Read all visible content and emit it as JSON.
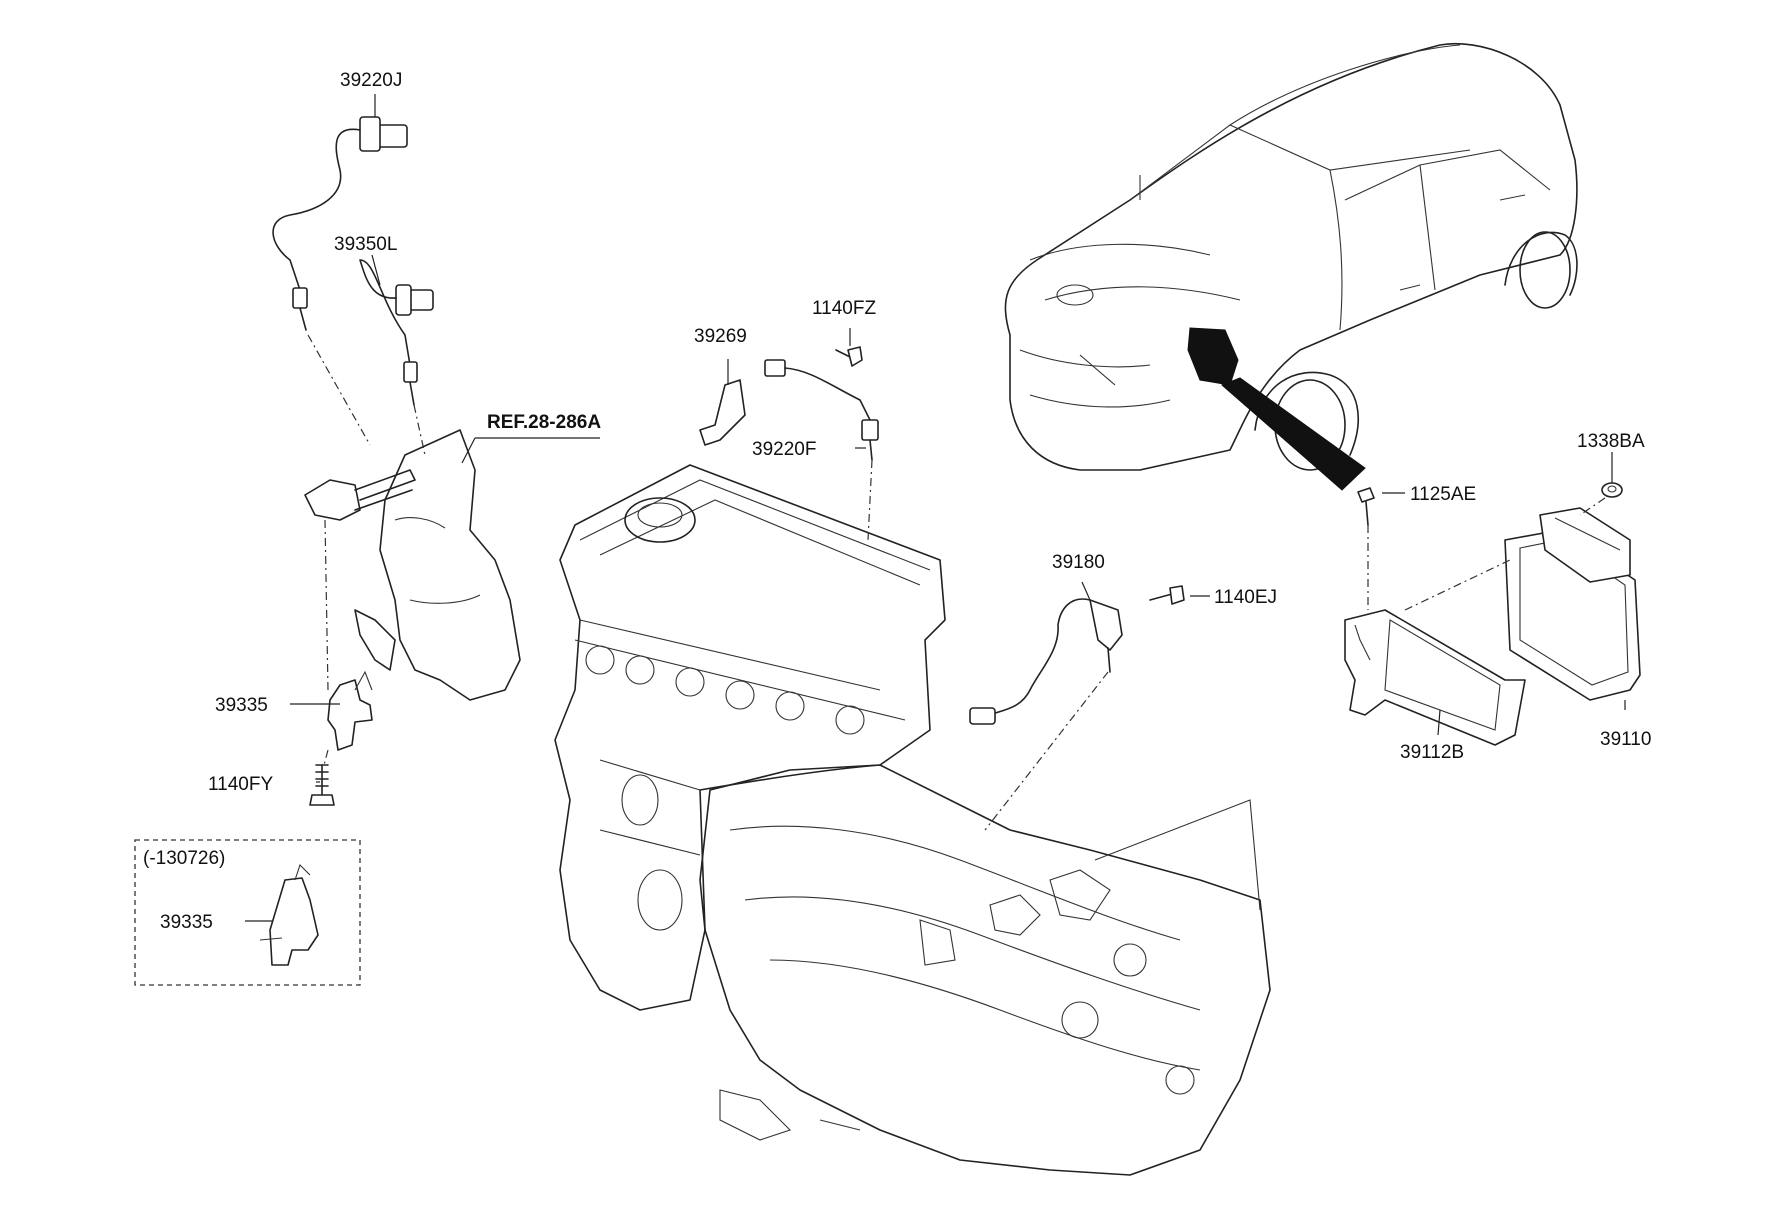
{
  "parts": {
    "p39220J": "39220J",
    "p39350L": "39350L",
    "ref": "REF.28-286A",
    "p39335_a": "39335",
    "p1140FY": "1140FY",
    "variant_note": "(-130726)",
    "p39335_b": "39335",
    "p39269": "39269",
    "p1140FZ": "1140FZ",
    "p39220F": "39220F",
    "p39180": "39180",
    "p1140EJ": "1140EJ",
    "p1125AE": "1125AE",
    "p1338BA": "1338BA",
    "p39112B": "39112B",
    "p39110": "39110"
  }
}
